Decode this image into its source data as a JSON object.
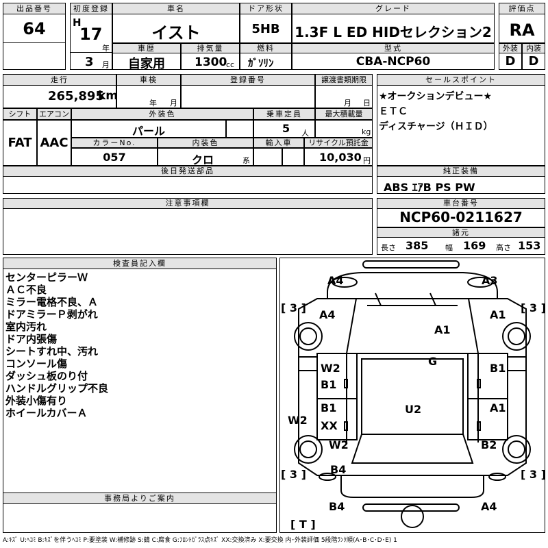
{
  "labels": {
    "lot_no": "出品番号",
    "first_reg": "初度登録",
    "car_name": "車名",
    "door_type": "ドア形状",
    "grade": "グレード",
    "score": "評価点",
    "history": "車歴",
    "displacement": "排気量",
    "fuel": "燃料",
    "model_code": "型式",
    "exterior": "外装",
    "interior": "内装",
    "mileage": "走行",
    "inspection": "車検",
    "reg_no": "登録番号",
    "transfer_deadline": "譲渡書類期限",
    "sales_point": "セールスポイント",
    "shift": "シフト",
    "aircon": "エアコン",
    "ext_color": "外装色",
    "capacity": "乗車定員",
    "max_load": "最大積載量",
    "color_no": "カラーNo.",
    "int_color": "内装色",
    "import": "輸入車",
    "recycle": "リサイクル預託金",
    "later_parts": "後日発送部品",
    "genuine_equip": "純正装備",
    "caution": "注意事項欄",
    "chassis_no": "車台番号",
    "specs": "諸元",
    "inspector": "検査員記入欄",
    "office": "事務局よりご案内"
  },
  "units": {
    "era": "H",
    "year": "年",
    "month": "月",
    "cc": "cc",
    "km": "km",
    "kg": "kg",
    "person": "人",
    "yen": "円",
    "kei": "系",
    "length": "長さ",
    "width": "幅",
    "height": "高さ"
  },
  "vehicle": {
    "lot_no": "64",
    "reg_year": "17",
    "reg_month": "3",
    "name": "イスト",
    "door_type": "5HB",
    "grade": "1.3F L ED HIDセレクション2",
    "score": "RA",
    "history": "自家用",
    "displacement": "1300",
    "fuel": "ｶﾞｿﾘﾝ",
    "model_code": "CBA-NCP60",
    "exterior_grade": "D",
    "interior_grade": "D",
    "mileage": "265,895",
    "inspection_year": "",
    "inspection_month": "",
    "transfer_month": "",
    "transfer_day": "",
    "shift": "FAT",
    "aircon": "AAC",
    "ext_color": "パール",
    "capacity": "5",
    "color_no": "057",
    "int_color": "クロ",
    "recycle": "10,030",
    "chassis_no": "NCP60-0211627",
    "length": "385",
    "width": "169",
    "height": "153"
  },
  "sales_points": [
    "★オークションデビュー★",
    "ＥＴＣ",
    "ディスチャージ（ＨＩＤ）"
  ],
  "genuine_equipment": "ABS ｴｱB PS PW",
  "inspector_notes": [
    "センターピラーＷ",
    "ＡＣ不良",
    "ミラー電格不良、Ａ",
    "ドアミラーＰ剥がれ",
    "室内汚れ",
    "ドア内張傷",
    "シートすれ中、汚れ",
    "コンソール傷",
    "ダッシュ板のり付",
    "ハンドルグリップ不良",
    "外装小傷有り",
    "ホイールカバーＡ"
  ],
  "diagram_marks": {
    "a4_front_left": "A4",
    "a3_front_right": "A3",
    "bracket_3_fl": "[ 3 ]",
    "bracket_3_fr": "[ 3 ]",
    "a4_fender_left": "A4",
    "a1_fender_right": "A1",
    "a1_windshield": "A1",
    "g_windshield": "G",
    "w2_front_door_left": "W2",
    "b1_front_door_left": "B1",
    "b1_front_door_right": "B1",
    "b1_rear_left": "B1",
    "xx_rear_left": "XX",
    "u2_roof": "U2",
    "a1_rear_door_right": "A1",
    "w2_side_left": "W2",
    "w2_rear_fender_left": "W2",
    "b2_rear_fender_right": "B2",
    "b4_quarter_left": "B4",
    "bracket_3_rl": "[ 3 ]",
    "bracket_3_rr": "[ 3 ]",
    "b4_rear_left": "B4",
    "a4_rear_right": "A4",
    "bracket_t": "[ T ]"
  },
  "legend": "A:ｷｽﾞ U:ﾍｺﾐ B:ｷｽﾞを伴うﾍｺﾐ P:要塗装 W:補修跡 S:錆 C:腐食 G:ﾌﾛﾝﾄｶﾞﾗｽ点ｷｽﾞ XX:交換済み X:要交換 内･外装評価 5段階ﾗﾝｸ順(A･B･C･D･E) 1"
}
